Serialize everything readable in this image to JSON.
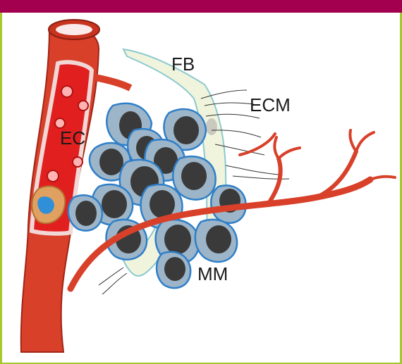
{
  "labels": {
    "fb": "FB",
    "ecm": "ECM",
    "ec": "EC",
    "mm": "MM"
  },
  "colors": {
    "header_bar": "#a3004f",
    "frame_border": "#a3c92d",
    "vessel": "#d8402a",
    "vessel_dark": "#b02a1a",
    "blood": "#e02020",
    "cell_fill": "#9db5c9",
    "cell_outline": "#2f7fc8",
    "nucleus": "#3a3a3a",
    "fibroblast": "#f1f4dc",
    "fibroblast_outline": "#8cc9cf"
  }
}
